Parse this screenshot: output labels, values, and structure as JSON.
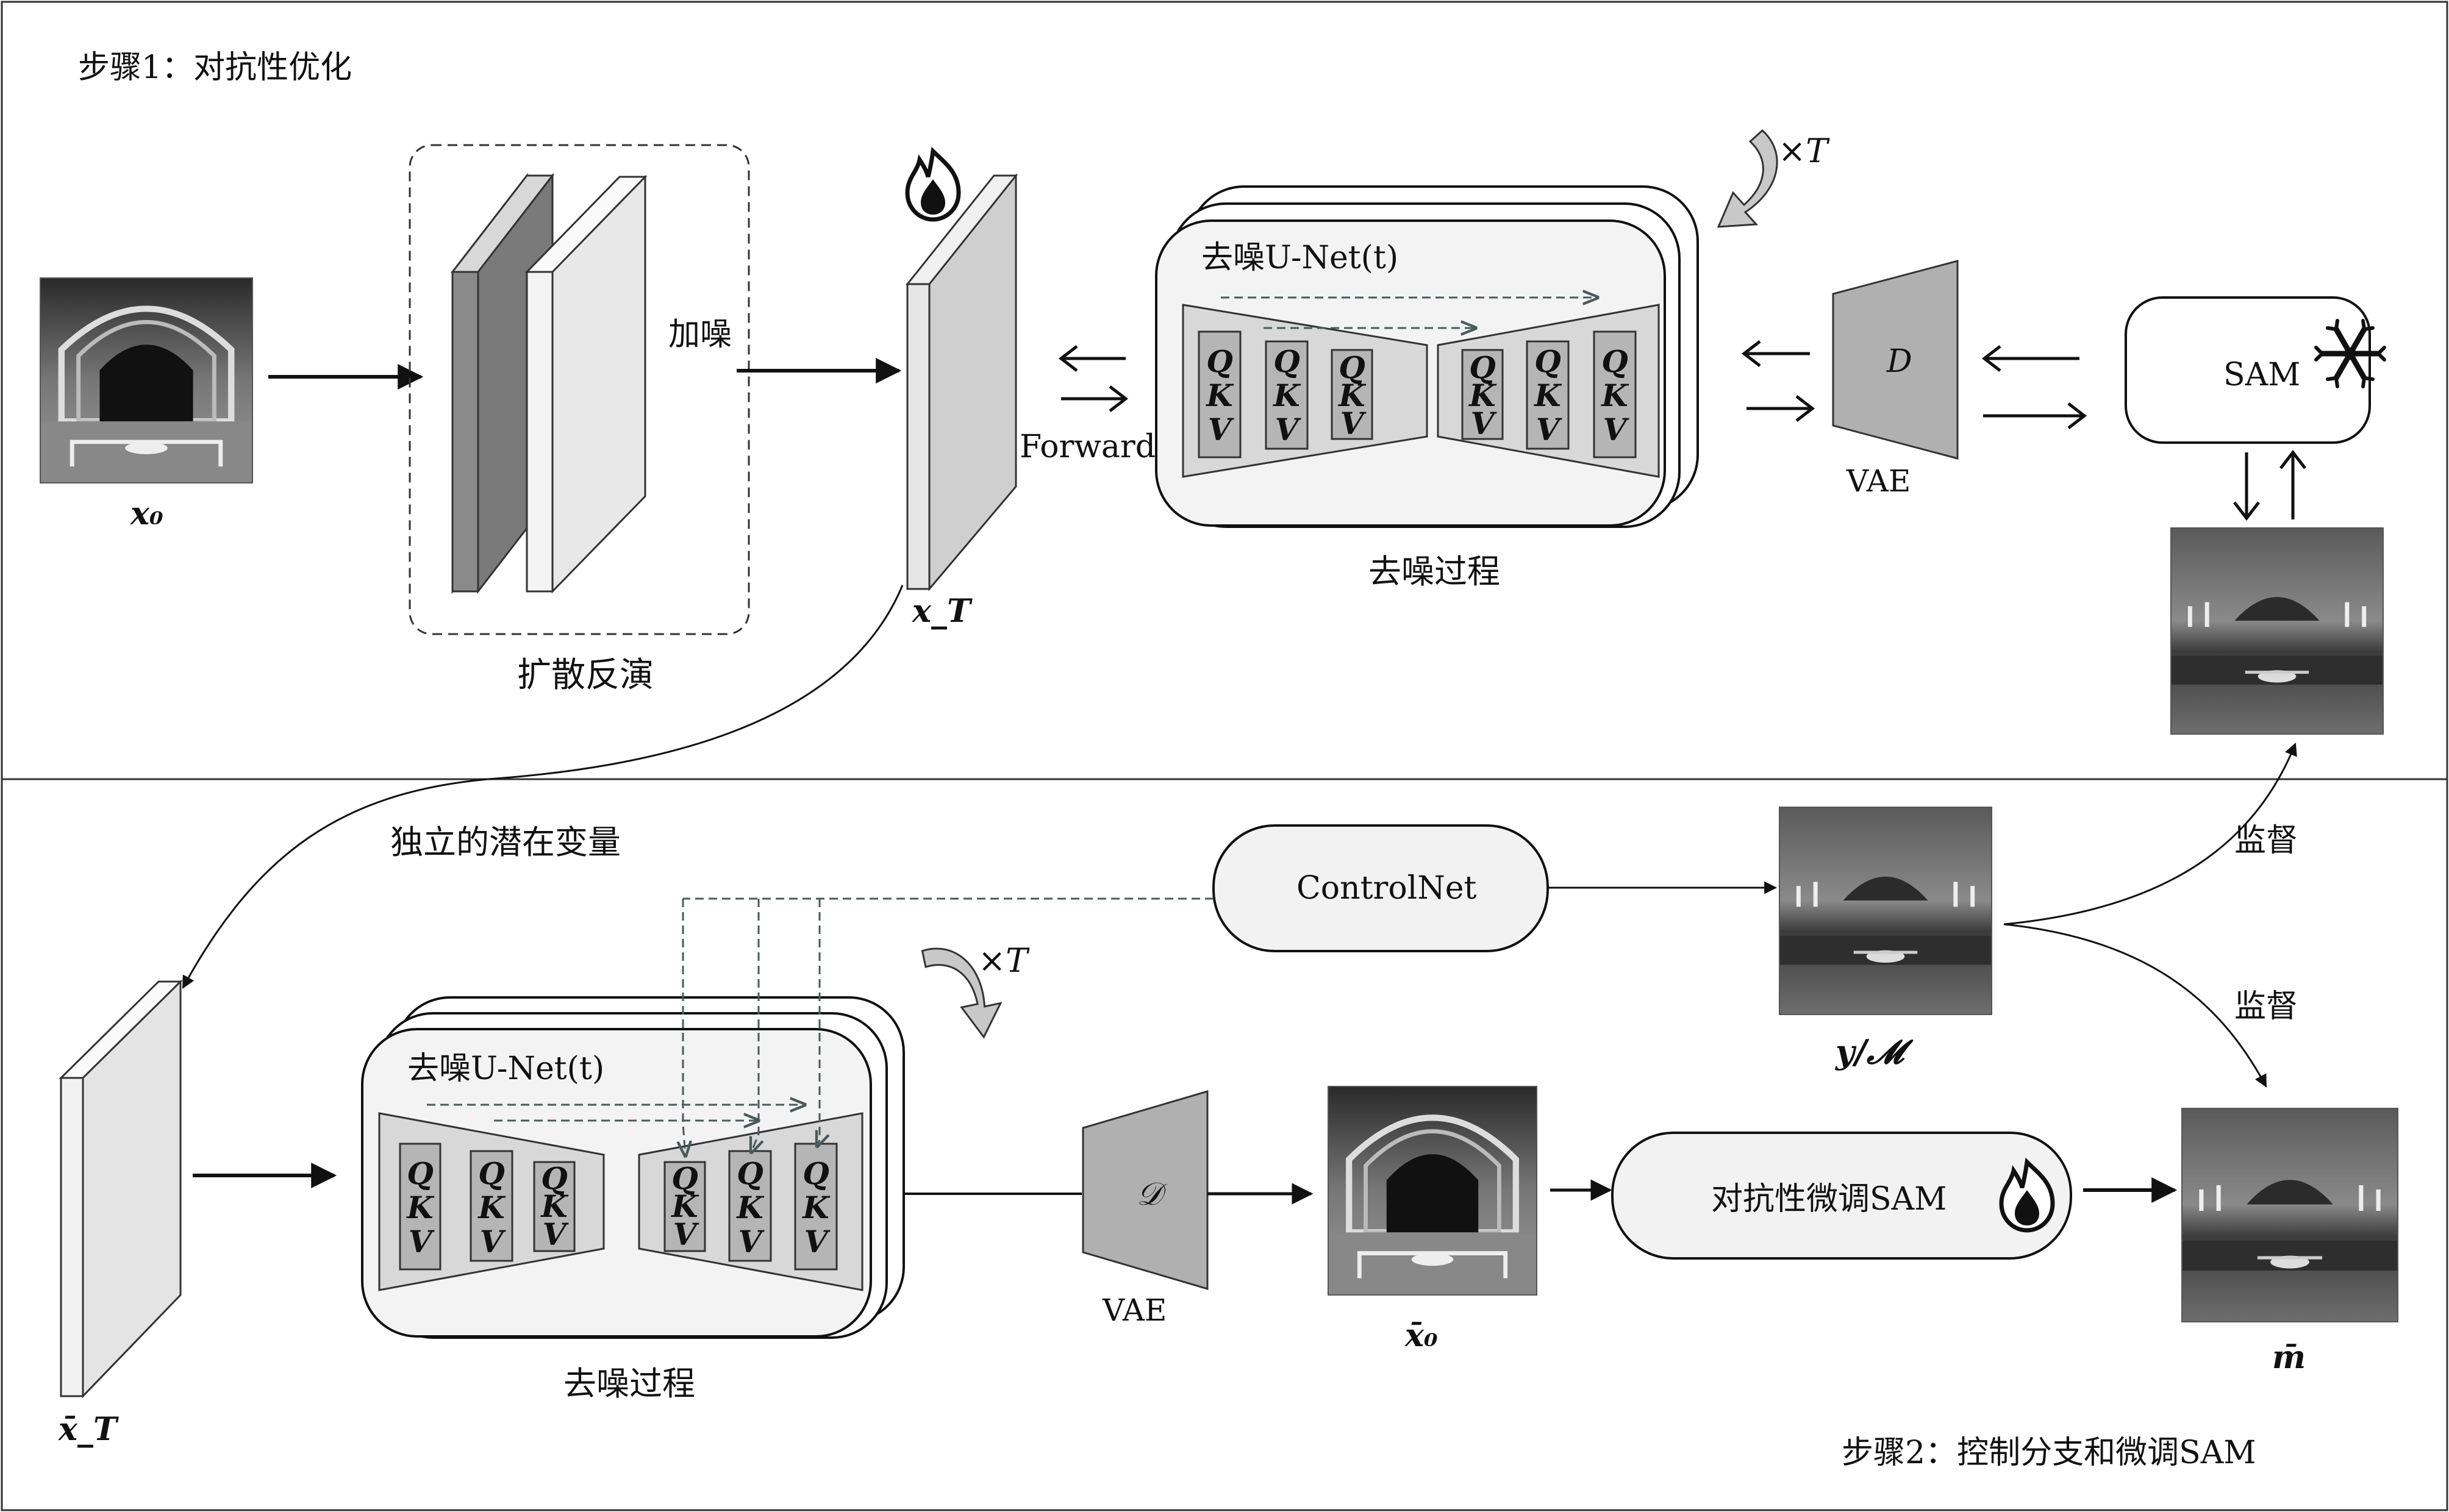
{
  "step1": {
    "title": "步骤1：对抗性优化"
  },
  "step2": {
    "title": "步骤2：控制分支和微调SAM"
  },
  "inversion": {
    "label": "扩散反演",
    "noise_label": "加噪"
  },
  "symbols": {
    "x0": "x₀",
    "xT": "x_T",
    "xT_bar": "x̄_T",
    "x0_bar": "x̄₀",
    "m_bar": "m̄",
    "y_M": "y/𝓜",
    "times_T": "×T"
  },
  "unet": {
    "title": "去噪U-Net(t)",
    "q": "Q",
    "k": "K",
    "v": "V"
  },
  "denoise": {
    "label": "去噪过程"
  },
  "forward": {
    "label": "Forward"
  },
  "vae": {
    "label": "VAE",
    "decoder": "D",
    "decoder2": "𝒟"
  },
  "sam": {
    "label": "SAM"
  },
  "latent": {
    "label": "独立的潜在变量"
  },
  "controlnet": {
    "label": "ControlNet"
  },
  "supervise": {
    "label1": "监督",
    "label2": "监督"
  },
  "finetune": {
    "label": "对抗性微调SAM"
  },
  "icons": [
    "fire-icon",
    "snowflake-icon",
    "loop-arrow-icon",
    "image-thumbnail"
  ]
}
